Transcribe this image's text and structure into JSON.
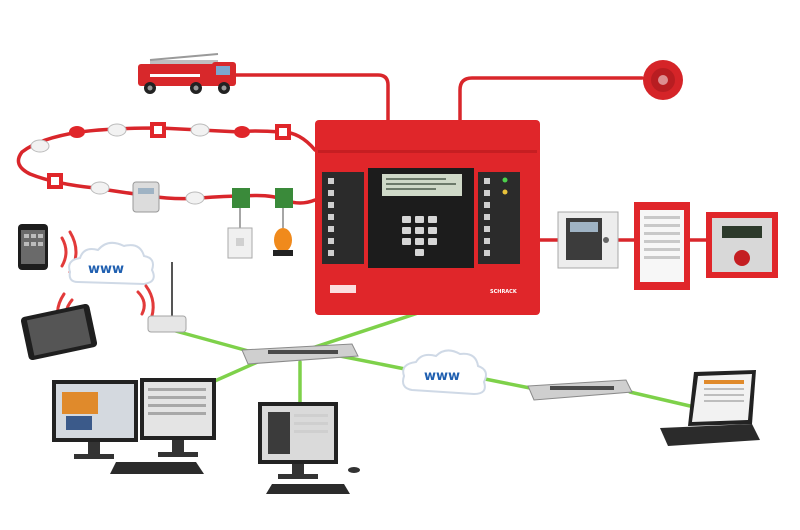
{
  "clouds": [
    {
      "label": "www"
    },
    {
      "label": "www"
    }
  ],
  "panel": {
    "brand": "SCHRACK"
  },
  "colors": {
    "panel_red": "#e0262a",
    "wire_red": "#d9262b",
    "network_green": "#7ed14a",
    "cloud_text": "#1f5fb0",
    "signal_red": "#e23a3a"
  },
  "icons": [
    "fire-truck-icon",
    "siren-icon",
    "smoke-detector-icon",
    "manual-call-point-icon",
    "beacon-icon",
    "smartphone-icon",
    "tablet-icon",
    "wireless-router-icon",
    "network-switch-icon",
    "dual-monitor-workstation-icon",
    "monitor-workstation-icon",
    "laptop-icon",
    "fire-control-panel-icon",
    "repeater-panel-icon"
  ]
}
